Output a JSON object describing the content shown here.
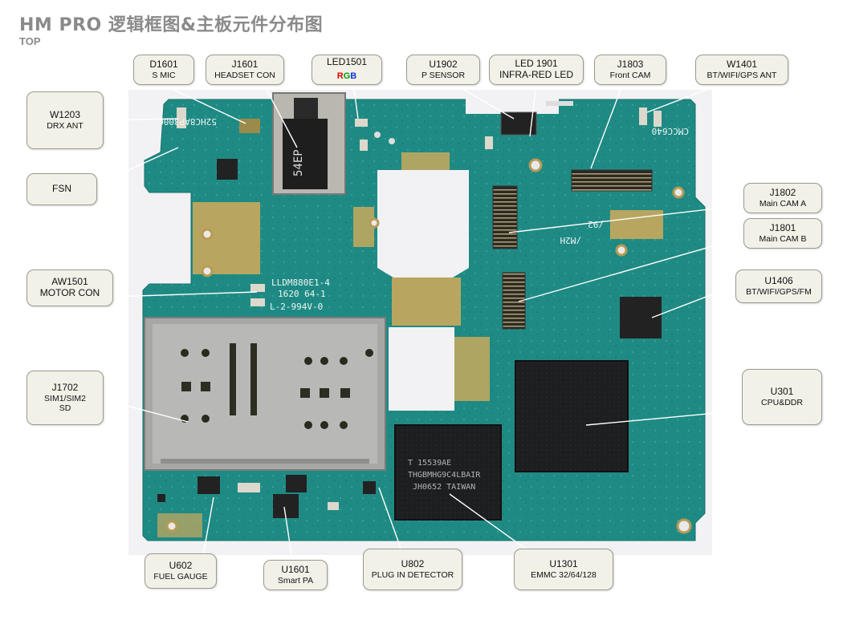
{
  "title": "HM PRO 逻辑框图&主板元件分布图",
  "subtitle": "TOP",
  "silkscreen": {
    "board_left": "52HC8AP3000",
    "board_right": "CMCC640",
    "lldm1": "LLDM880E1-4",
    "lldm2": "1620 64-1",
    "lldm3": "L-2-994V-0",
    "cam": "/M2H",
    "v92": "/92",
    "emmc1": "T  15539AE",
    "emmc2": "THGBMHG9C4LBAIR",
    "emmc3": "JH0652 TAIWAN",
    "jack": "54EP"
  },
  "labels": {
    "d1601": {
      "ref": "D1601",
      "desc": "S MIC"
    },
    "j1601": {
      "ref": "J1601",
      "desc": "HEADSET CON"
    },
    "led1501": {
      "ref": "LED1501",
      "r": "R",
      "g": "G",
      "b": "B"
    },
    "u1902": {
      "ref": "U1902",
      "desc": "P SENSOR"
    },
    "led1901": {
      "ref": "LED 1901",
      "desc": "INFRA-RED LED"
    },
    "j1803": {
      "ref": "J1803",
      "desc": "Front CAM"
    },
    "w1401": {
      "ref": "W1401",
      "desc": "BT/WIFI/GPS ANT"
    },
    "w1203": {
      "ref": "W1203",
      "desc": "DRX ANT"
    },
    "fsn": {
      "ref": "FSN"
    },
    "j1802": {
      "ref": "J1802",
      "desc": "Main CAM A"
    },
    "j1801": {
      "ref": "J1801",
      "desc": "Main CAM B"
    },
    "aw1501": {
      "ref": "AW1501",
      "desc": "MOTOR CON"
    },
    "u1406": {
      "ref": "U1406",
      "desc": "BT/WIFI/GPS/FM"
    },
    "j1702": {
      "ref": "J1702",
      "desc1": "SIM1/SIM2",
      "desc2": "SD"
    },
    "u301": {
      "ref": "U301",
      "desc": "CPU&DDR"
    },
    "u602": {
      "ref": "U602",
      "desc": "FUEL GAUGE"
    },
    "u1601": {
      "ref": "U1601",
      "desc": "Smart PA"
    },
    "u802": {
      "ref": "U802",
      "desc": "PLUG IN DETECTOR"
    },
    "u1301": {
      "ref": "U1301",
      "desc": "EMMC  32/64/128"
    }
  }
}
